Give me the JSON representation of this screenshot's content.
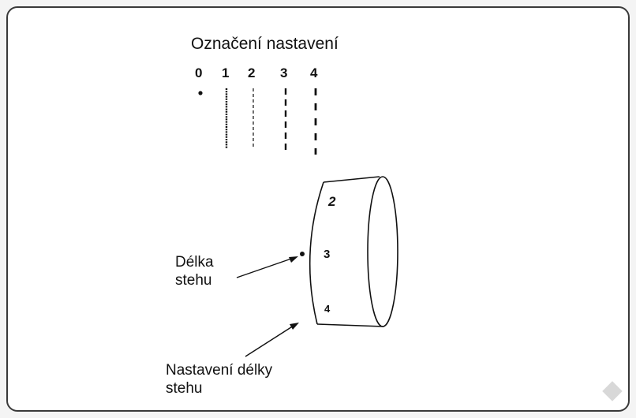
{
  "diagram": {
    "title": "Označení nastavení",
    "setting_marks": [
      "0",
      "1",
      "2",
      "3",
      "4"
    ],
    "dial_numbers": [
      "2",
      "3",
      "4"
    ],
    "stitch_length_label": [
      "Délka",
      "stehu"
    ],
    "stitch_length_dial_label": [
      "Nastavení délky",
      "stehu"
    ]
  },
  "colors": {
    "ink": "#111111",
    "frame": "#3a3a3a",
    "background": "#ffffff"
  }
}
